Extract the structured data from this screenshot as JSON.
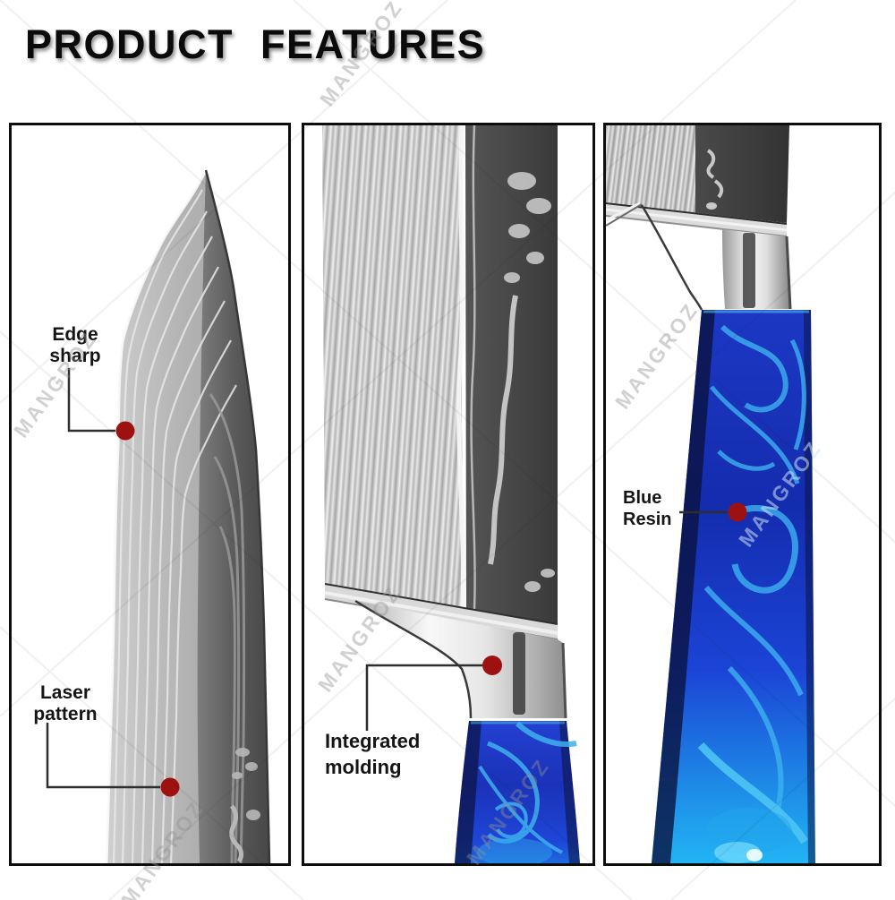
{
  "title": "PRODUCT FEATURES",
  "watermark": {
    "text": "MANGROZ"
  },
  "colors": {
    "marker_red": "#9e1111",
    "connector_line": "#2e2e2e",
    "panel_border": "#0d0d0d",
    "resin_blue": "#1b38c8",
    "resin_cyan": "#3fb4f2",
    "steel_gray": "#bdbdbd"
  },
  "panels": [
    {
      "name": "blade-tip",
      "callouts": [
        {
          "line1": "Edge",
          "line2": "sharp"
        },
        {
          "line1": "Laser",
          "line2": "pattern"
        }
      ]
    },
    {
      "name": "blade-pattern",
      "callouts": [
        {
          "line1": "Integrated",
          "line2": "molding"
        }
      ]
    },
    {
      "name": "handle",
      "callouts": [
        {
          "line1": "Blue",
          "line2": "Resin"
        }
      ]
    }
  ]
}
